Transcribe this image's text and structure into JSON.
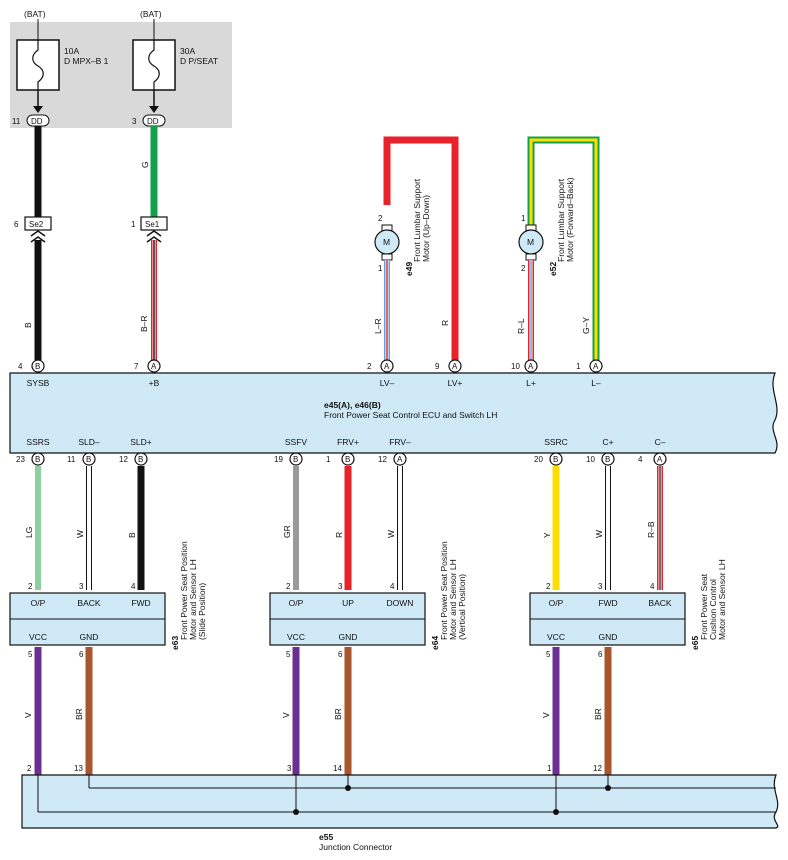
{
  "colors": {
    "box_fill": "#cfe9f6",
    "fuse_bg": "#d9d9d9",
    "wire_black": "#111111",
    "wire_green": "#12a14a",
    "wire_red": "#e8212b",
    "wire_blue": "#5aa6e0",
    "wire_lightgreen": "#8ecfa0",
    "wire_gray": "#9a9a9a",
    "wire_yellow": "#ffdd00",
    "wire_purple": "#6b2f91",
    "wire_brown": "#a9562f"
  },
  "fuses": [
    {
      "source": "(BAT)",
      "rating": "10A",
      "name": "D MPX–B 1",
      "conn": "DD",
      "pin": "11"
    },
    {
      "source": "(BAT)",
      "rating": "30A",
      "name": "D P/SEAT",
      "conn": "DD",
      "pin": "3"
    }
  ],
  "junction_splices": [
    {
      "name": "Se2",
      "pin": "6"
    },
    {
      "name": "Se1",
      "pin": "1"
    }
  ],
  "top_wires": [
    {
      "upper": "B",
      "lower": "B"
    },
    {
      "upper": "G",
      "lower": "B–R"
    }
  ],
  "motors": [
    {
      "symbol": "M",
      "code": "e49",
      "line1": "Front Lumbar Support",
      "line2": "Motor (Up–Down)",
      "pin_top": "2",
      "pin_bottom": "1",
      "wire_left": "L–R",
      "wire_right": "R"
    },
    {
      "symbol": "M",
      "code": "e52",
      "line1": "Front Lumbar Support",
      "line2": "Motor (Forward–Back)",
      "pin_top": "1",
      "pin_bottom": "2",
      "wire_left": "R–L",
      "wire_right": "G–Y"
    }
  ],
  "ecu": {
    "code": "e45(A), e46(B)",
    "name": "Front Power Seat Control ECU and Switch LH",
    "top_terms": [
      {
        "pin": "4",
        "conn": "B",
        "label": "SYSB"
      },
      {
        "pin": "7",
        "conn": "A",
        "label": "+B"
      },
      {
        "pin": "2",
        "conn": "A",
        "label": "LV–"
      },
      {
        "pin": "9",
        "conn": "A",
        "label": "LV+"
      },
      {
        "pin": "10",
        "conn": "A",
        "label": "L+"
      },
      {
        "pin": "1",
        "conn": "A",
        "label": "L–"
      }
    ],
    "bottom_terms": [
      {
        "pin": "23",
        "conn": "B",
        "label": "SSRS",
        "wire": "LG"
      },
      {
        "pin": "11",
        "conn": "B",
        "label": "SLD–",
        "wire": "W"
      },
      {
        "pin": "12",
        "conn": "B",
        "label": "SLD+",
        "wire": "B"
      },
      {
        "pin": "19",
        "conn": "B",
        "label": "SSFV",
        "wire": "GR"
      },
      {
        "pin": "1",
        "conn": "B",
        "label": "FRV+",
        "wire": "R"
      },
      {
        "pin": "12",
        "conn": "A",
        "label": "FRV–",
        "wire": "W"
      },
      {
        "pin": "20",
        "conn": "B",
        "label": "SSRC",
        "wire": "Y"
      },
      {
        "pin": "10",
        "conn": "B",
        "label": "C+",
        "wire": "W"
      },
      {
        "pin": "4",
        "conn": "A",
        "label": "C–",
        "wire": "R–B"
      }
    ]
  },
  "sensors": [
    {
      "code": "e63",
      "line1": "Front Power Seat Position",
      "line2": "Motor and Sensor LH",
      "line3": "(Slide Position)",
      "top_pins": [
        "2",
        "3",
        "4"
      ],
      "top_labels": [
        "O/P",
        "BACK",
        "FWD"
      ],
      "bot_labels": [
        "VCC",
        "GND"
      ],
      "bot_pins": [
        "5",
        "6"
      ],
      "bot_wires": [
        "V",
        "BR"
      ]
    },
    {
      "code": "e64",
      "line1": "Front Power Seat Position",
      "line2": "Motor and Sensor LH",
      "line3": "(Vertical Position)",
      "top_pins": [
        "2",
        "3",
        "4"
      ],
      "top_labels": [
        "O/P",
        "UP",
        "DOWN"
      ],
      "bot_labels": [
        "VCC",
        "GND"
      ],
      "bot_pins": [
        "5",
        "6"
      ],
      "bot_wires": [
        "V",
        "BR"
      ]
    },
    {
      "code": "e65",
      "line1": "Front Power Seat",
      "line2": "Cushion Control",
      "line3": "Motor and Sensor LH",
      "top_pins": [
        "2",
        "3",
        "4"
      ],
      "top_labels": [
        "O/P",
        "FWD",
        "BACK"
      ],
      "bot_labels": [
        "VCC",
        "GND"
      ],
      "bot_pins": [
        "5",
        "6"
      ],
      "bot_wires": [
        "V",
        "BR"
      ]
    }
  ],
  "junction": {
    "code": "e55",
    "name": "Junction Connector",
    "pins": [
      "2",
      "13",
      "3",
      "14",
      "1",
      "12"
    ]
  }
}
